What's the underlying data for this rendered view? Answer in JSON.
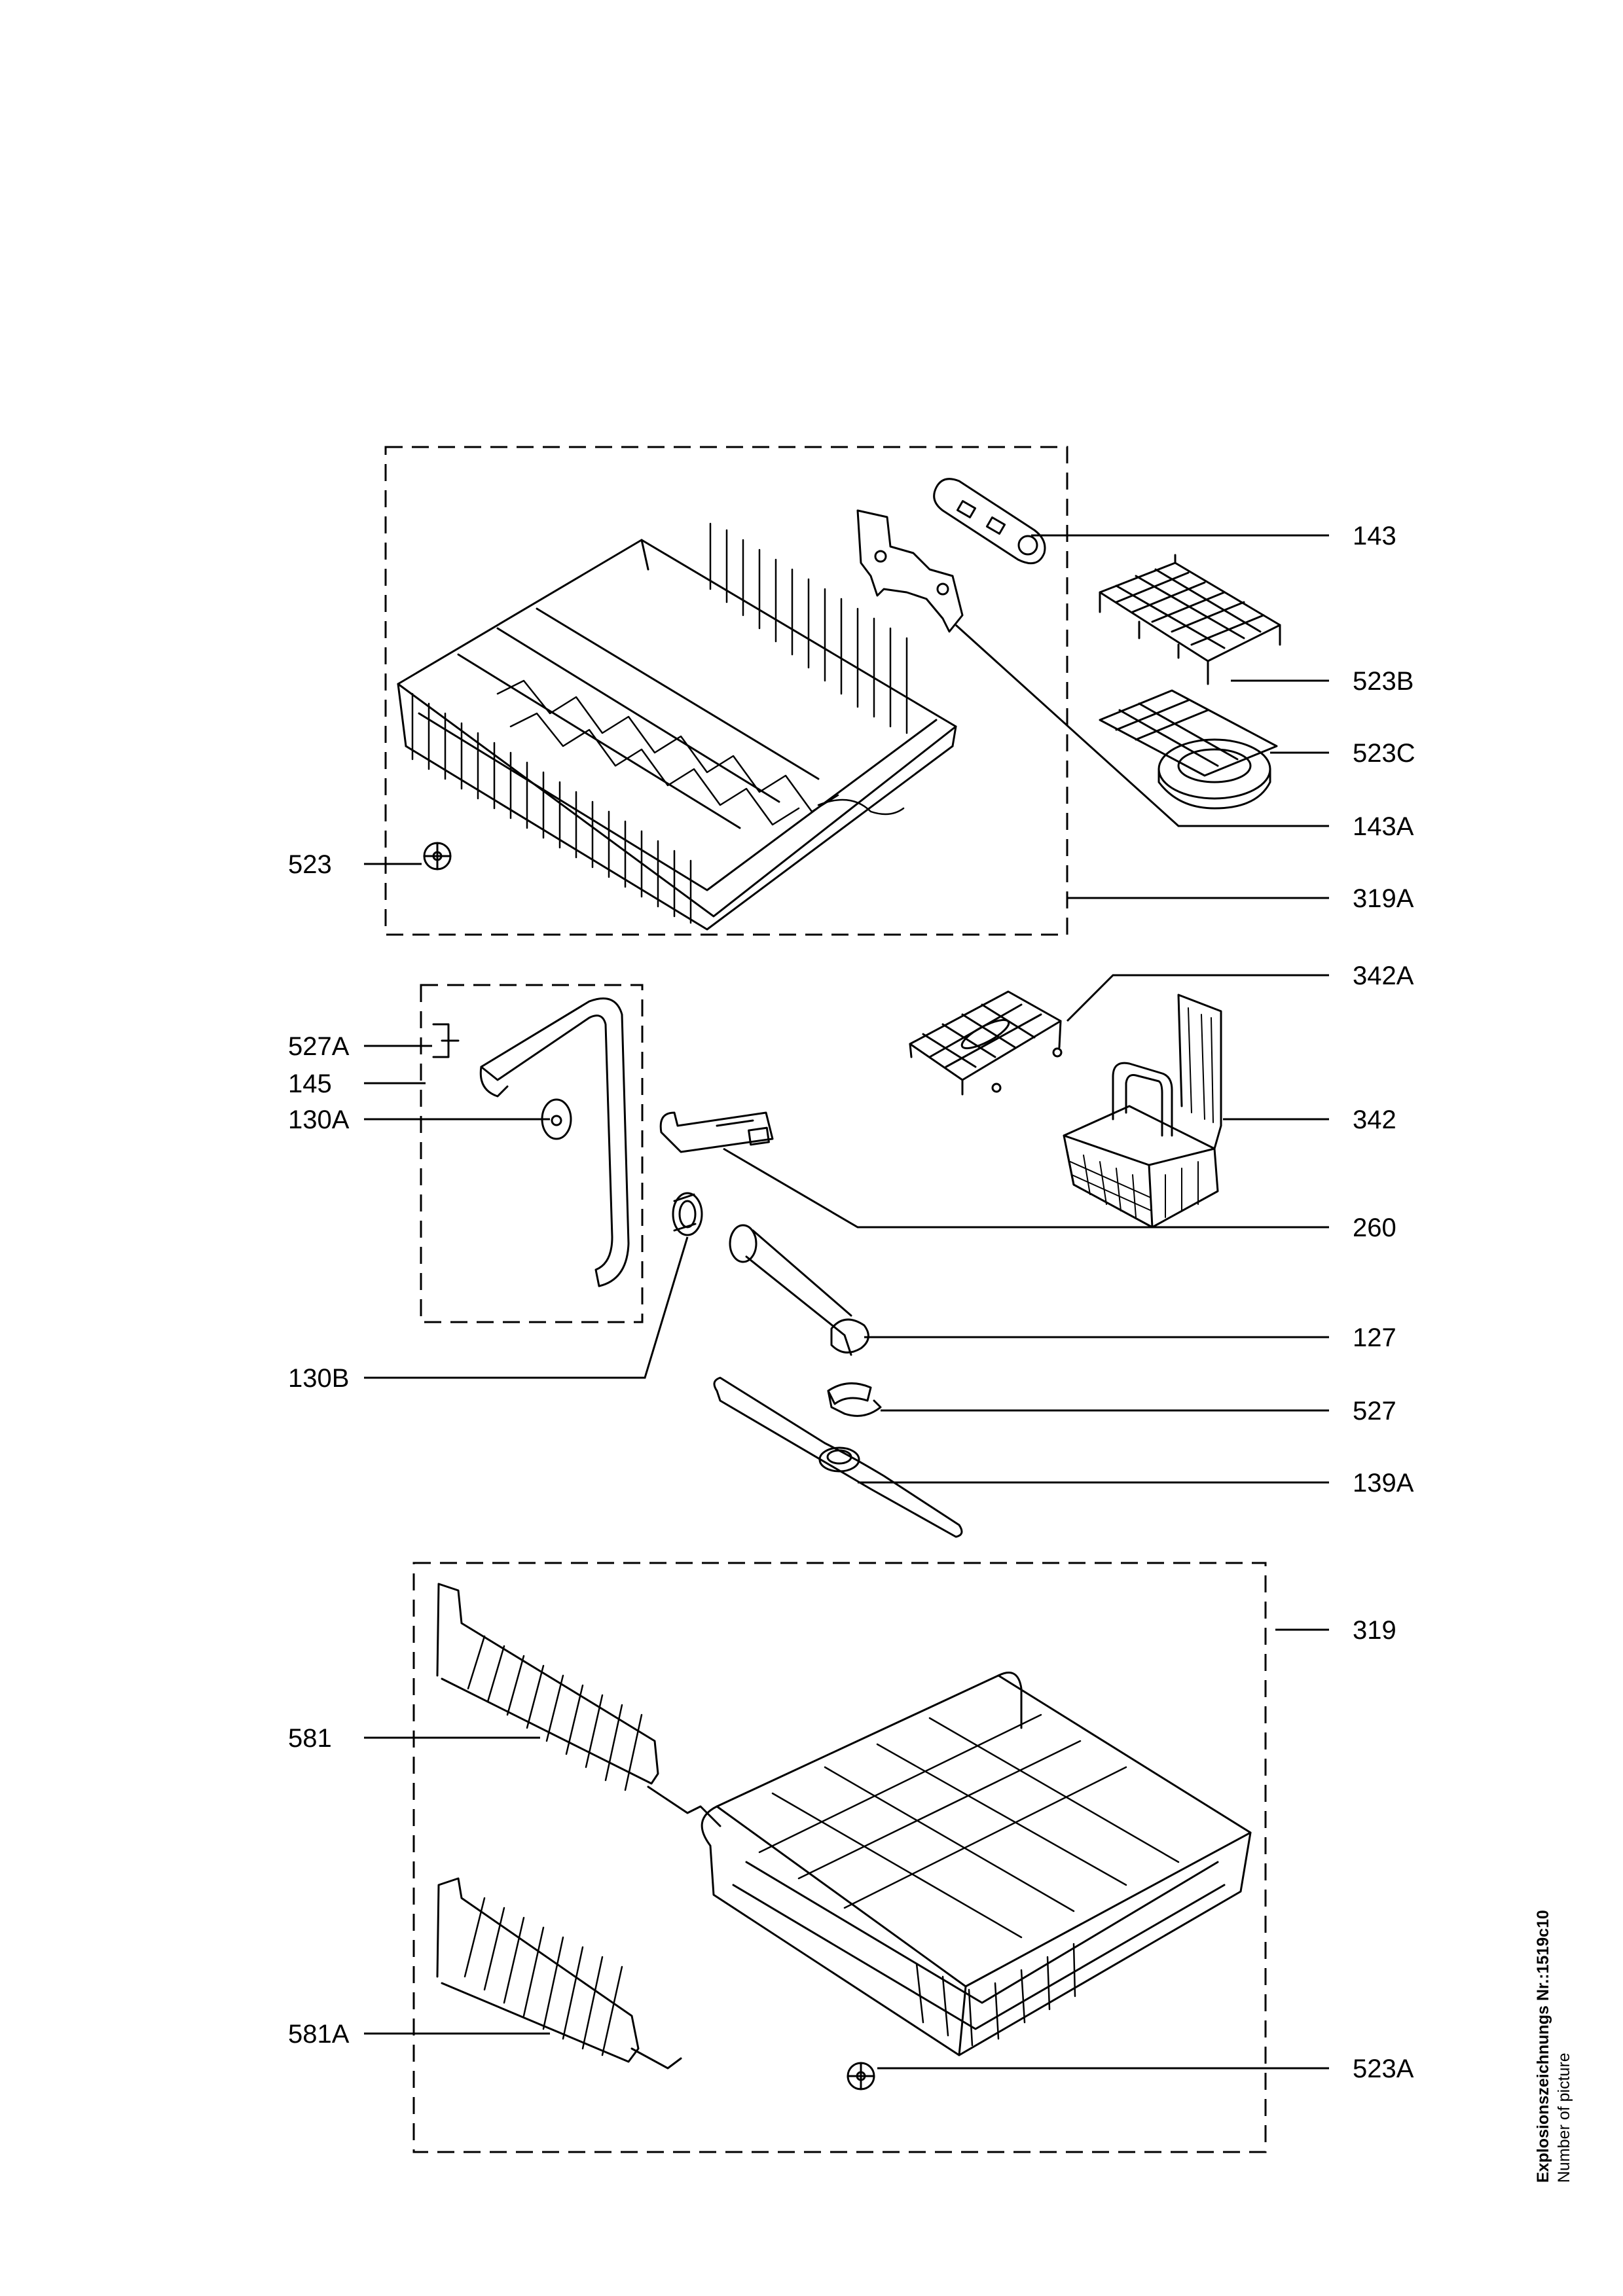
{
  "labels": {
    "p143": "143",
    "p523B": "523B",
    "p523C": "523C",
    "p143A": "143A",
    "p523": "523",
    "p319A": "319A",
    "p342A": "342A",
    "p527A": "527A",
    "p145": "145",
    "p130A": "130A",
    "p342": "342",
    "p260": "260",
    "p127": "127",
    "p130B": "130B",
    "p527": "527",
    "p139A": "139A",
    "p319": "319",
    "p581": "581",
    "p581A": "581A",
    "p523A": "523A"
  },
  "footer": {
    "drawing_number": "Explosionszeichnungs Nr.:1519c10",
    "subtitle": "Number of picture"
  }
}
